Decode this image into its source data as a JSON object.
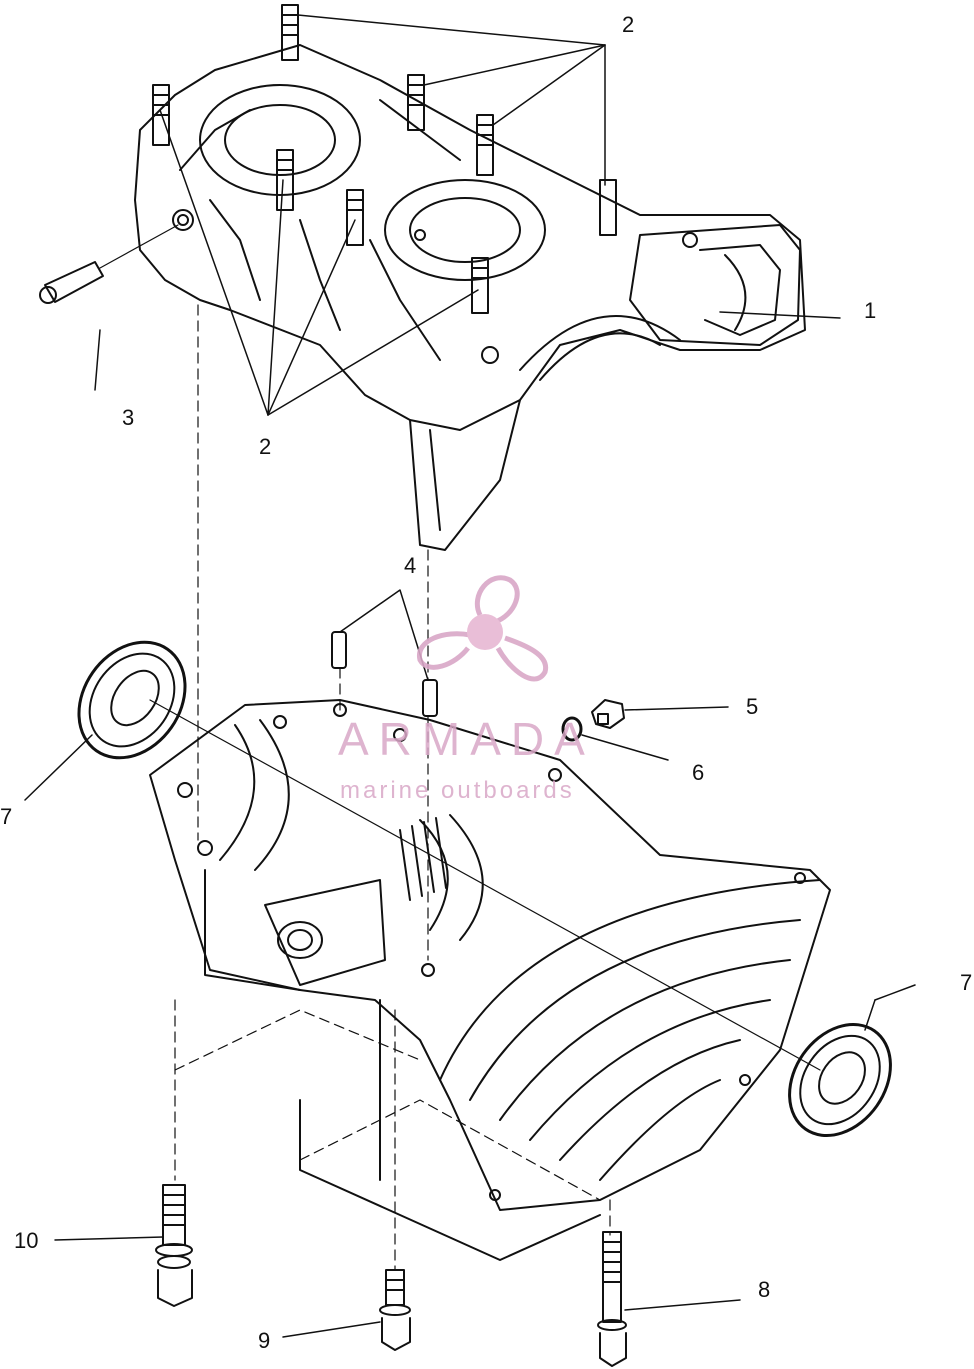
{
  "callouts": {
    "c1": "1",
    "c2_top": "2",
    "c2_bottom": "2",
    "c3": "3",
    "c4": "4",
    "c5": "5",
    "c6": "6",
    "c7_left": "7",
    "c7_right": "7",
    "c8": "8",
    "c9": "9",
    "c10": "10"
  },
  "watermark": {
    "brand": "ARMADA",
    "tagline": "marine outboards",
    "color": "#d9a7c7"
  },
  "colors": {
    "line": "#111111",
    "background": "#ffffff"
  }
}
